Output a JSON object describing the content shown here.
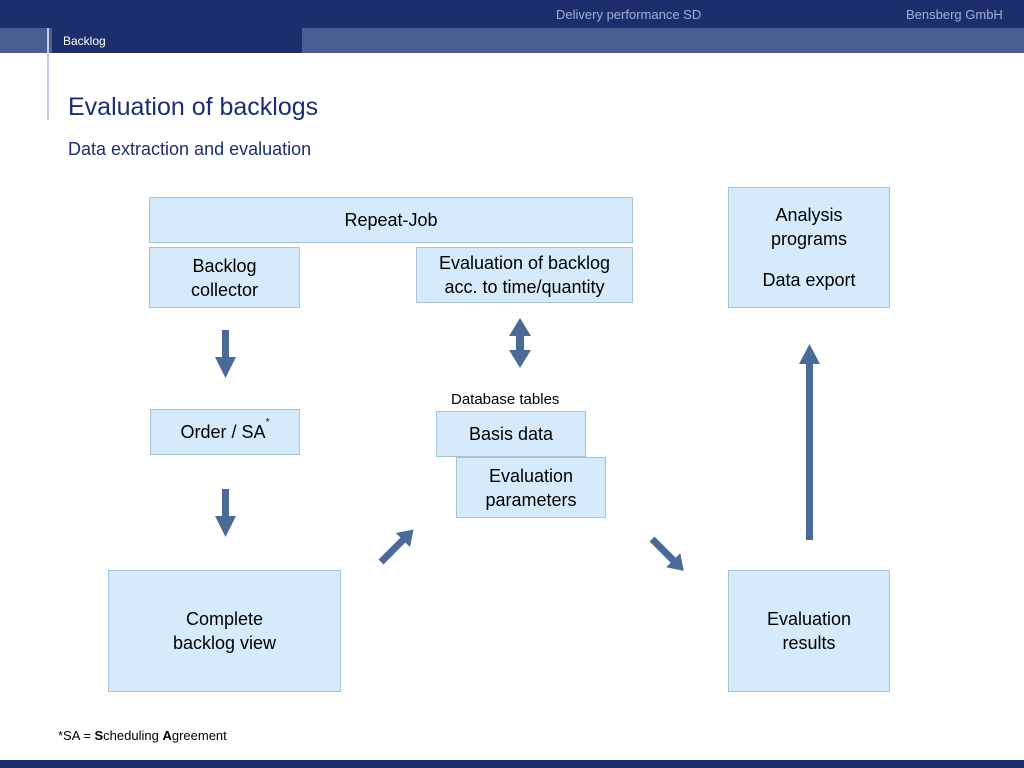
{
  "header": {
    "center_text": "Delivery performance SD",
    "right_text": "Bensberg GmbH",
    "tab_label": "Backlog"
  },
  "slide": {
    "title": "Evaluation of backlogs",
    "subtitle": "Data extraction and evaluation"
  },
  "diagram": {
    "repeat_job": "Repeat-Job",
    "backlog_collector": [
      "Backlog",
      "collector"
    ],
    "evaluation_backlog": [
      "Evaluation of backlog",
      "acc. to time/quantity"
    ],
    "analysis_programs": [
      "Analysis",
      "programs"
    ],
    "data_export": "Data export",
    "order_sa": "Order / SA",
    "order_sa_mark": "*",
    "database_tables_label": "Database tables",
    "basis_data": "Basis data",
    "evaluation_parameters": [
      "Evaluation",
      "parameters"
    ],
    "complete_backlog_view": [
      "Complete",
      "backlog view"
    ],
    "evaluation_results": [
      "Evaluation",
      "results"
    ],
    "arrow_color": "#4a6b96"
  },
  "footnote": {
    "prefix": "*SA = ",
    "s_letter": "S",
    "s_rest": "cheduling ",
    "a_letter": "A",
    "a_rest": "greement"
  },
  "colors": {
    "dark_navy": "#1c2e6c",
    "mid_blue": "#4a5e96",
    "box_fill": "#d5ebfb",
    "box_border": "#a8c3d4",
    "title_color": "#1c2e6c"
  }
}
